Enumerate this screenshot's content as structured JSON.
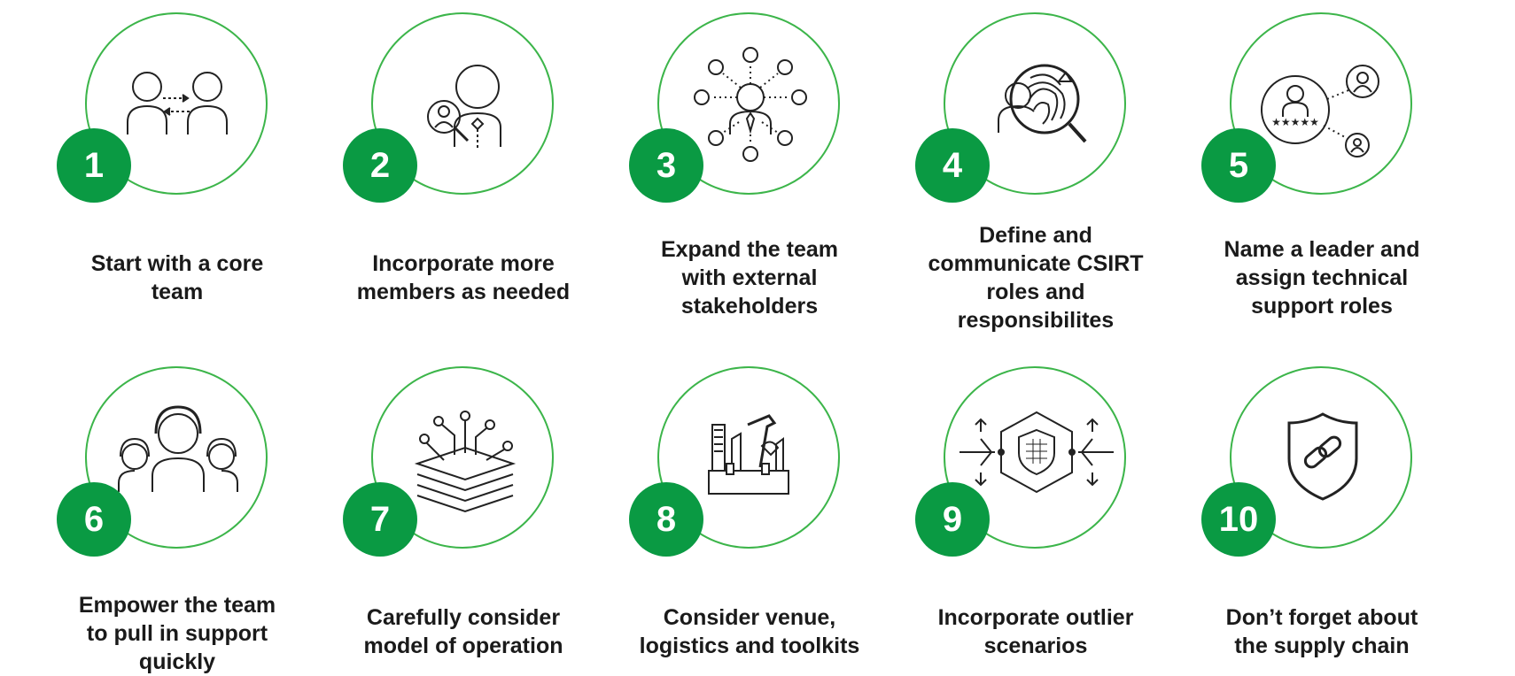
{
  "accent_color": "#0a9a43",
  "ring_color": "#3cb54a",
  "steps": [
    {
      "number": "1",
      "icon": "two-people-exchange-icon",
      "lines": [
        "Start with a core",
        "team"
      ]
    },
    {
      "number": "2",
      "icon": "add-member-search-icon",
      "lines": [
        "Incorporate more",
        "members as needed"
      ]
    },
    {
      "number": "3",
      "icon": "network-stakeholders-icon",
      "lines": [
        "Expand the team",
        "with external",
        "stakeholders"
      ]
    },
    {
      "number": "4",
      "icon": "fingerprint-magnifier-icon",
      "lines": [
        "Define and",
        "communicate CSIRT",
        "roles and",
        "responsibilites"
      ]
    },
    {
      "number": "5",
      "icon": "leader-rating-icon",
      "lines": [
        "Name a leader and",
        "assign technical",
        "support roles"
      ]
    },
    {
      "number": "6",
      "icon": "headset-team-icon",
      "lines": [
        "Empower the team",
        "to pull in support",
        "quickly"
      ]
    },
    {
      "number": "7",
      "icon": "layered-circuit-icon",
      "lines": [
        "Carefully consider",
        "model  of operation"
      ]
    },
    {
      "number": "8",
      "icon": "toolbox-icon",
      "lines": [
        "Consider venue,",
        "logistics and toolkits"
      ]
    },
    {
      "number": "9",
      "icon": "shield-hexagon-arrows-icon",
      "lines": [
        "Incorporate outlier",
        "scenarios"
      ]
    },
    {
      "number": "10",
      "icon": "shield-chain-link-icon",
      "lines": [
        "Don’t forget about",
        "the supply chain"
      ]
    }
  ]
}
